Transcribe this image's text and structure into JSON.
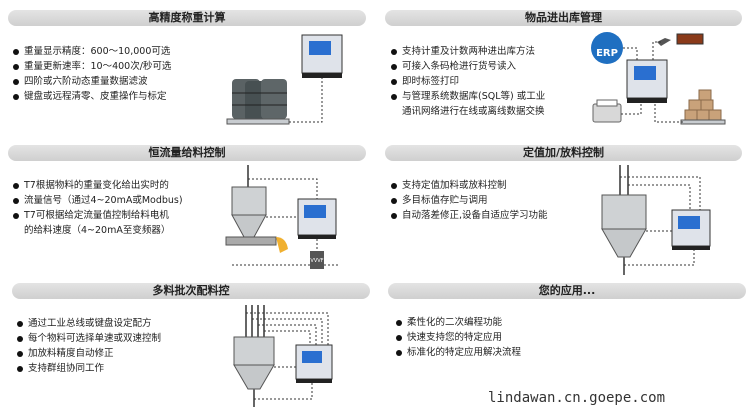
{
  "panels": [
    {
      "title": "高精度称重计算",
      "items": [
        "重量显示精度：600～10,000可选",
        "重量更新速率：10～400次/秒可选",
        "四阶或六阶动态重量数据滤波",
        "键盘或远程清零、皮重操作与标定"
      ]
    },
    {
      "title": "物品进出库管理",
      "items": [
        "支持计重及计数两种进出库方法",
        "可接入条码枪进行货号读入",
        "即时标签打印",
        "与管理系统数据库(SQL等) 或工业",
        "通讯网络进行在线或离线数据交换"
      ],
      "badge": "ERP"
    },
    {
      "title": "恒流量给料控制",
      "items": [
        "T7根据物料的重量变化给出实时的",
        "流量信号（通过4~20mA或Modbus)",
        "T7可根据给定流量值控制给料电机",
        "的给料速度（4~20mA至变频器）"
      ],
      "badge": "VVVF"
    },
    {
      "title": "定值加/放料控制",
      "items": [
        "支持定值加料或放料控制",
        "多目标值存贮与调用",
        "自动落差修正,设备自适应学习功能"
      ]
    },
    {
      "title": "多料批次配料控",
      "items": [
        "通过工业总线或键盘设定配方",
        "每个物料可选择单速或双速控制",
        "加放料精度自动修正",
        "支持群组协同工作"
      ]
    },
    {
      "title": "您的应用...",
      "items": [
        "柔性化的二次编程功能",
        "快速支持您的特定应用",
        "标准化的特定应用解决流程"
      ]
    }
  ],
  "watermark": "lindawan.cn.goepe.com"
}
